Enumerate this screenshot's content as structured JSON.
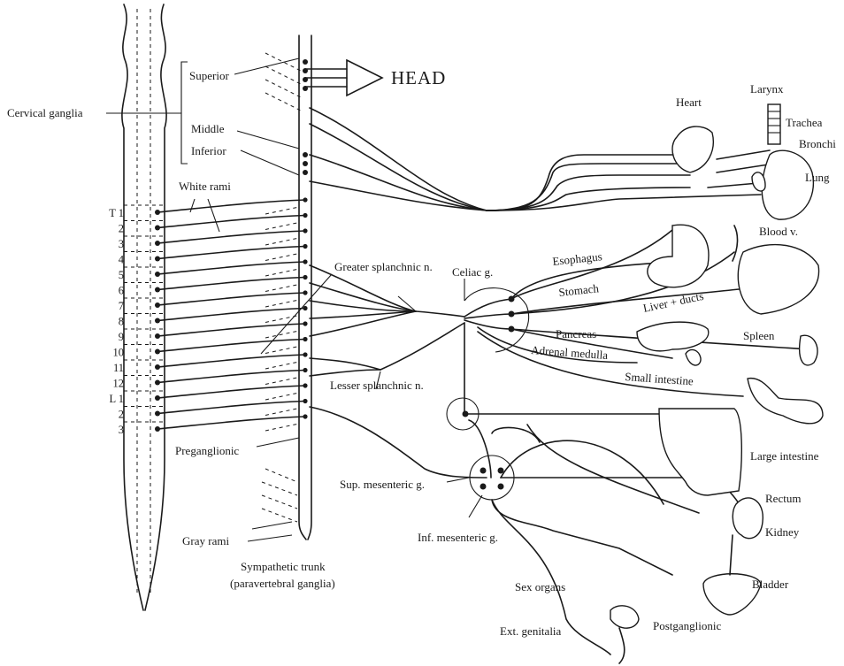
{
  "labels": {
    "head": "HEAD",
    "cervical_ganglia": "Cervical ganglia",
    "superior": "Superior",
    "middle": "Middle",
    "inferior": "Inferior",
    "white_rami": "White rami",
    "greater_splanchnic": "Greater splanchnic n.",
    "lesser_splanchnic": "Lesser splanchnic n.",
    "celiac": "Celiac g.",
    "preganglionic": "Preganglionic",
    "sup_mesenteric": "Sup. mesenteric g.",
    "inf_mesenteric": "Inf. mesenteric g.",
    "gray_rami": "Gray rami",
    "sympathetic_trunk_1": "Sympathetic trunk",
    "sympathetic_trunk_2": "(paravertebral ganglia)",
    "postganglionic": "Postganglionic"
  },
  "organs": {
    "heart": "Heart",
    "larynx": "Larynx",
    "trachea": "Trachea",
    "bronchi": "Bronchi",
    "lung": "Lung",
    "blood_v": "Blood v.",
    "esophagus": "Esophagus",
    "stomach": "Stomach",
    "liver": "Liver + ducts",
    "pancreas": "Pancreas",
    "spleen": "Spleen",
    "adrenal": "Adrenal medulla",
    "small_intestine": "Small intestine",
    "large_intestine": "Large intestine",
    "rectum": "Rectum",
    "kidney": "Kidney",
    "bladder": "Bladder",
    "sex_organs": "Sex organs",
    "ext_genitalia": "Ext. genitalia"
  },
  "segments": [
    "T 1",
    "2",
    "3",
    "4",
    "5",
    "6",
    "7",
    "8",
    "9",
    "10",
    "11",
    "12",
    "L 1",
    "2",
    "3"
  ]
}
